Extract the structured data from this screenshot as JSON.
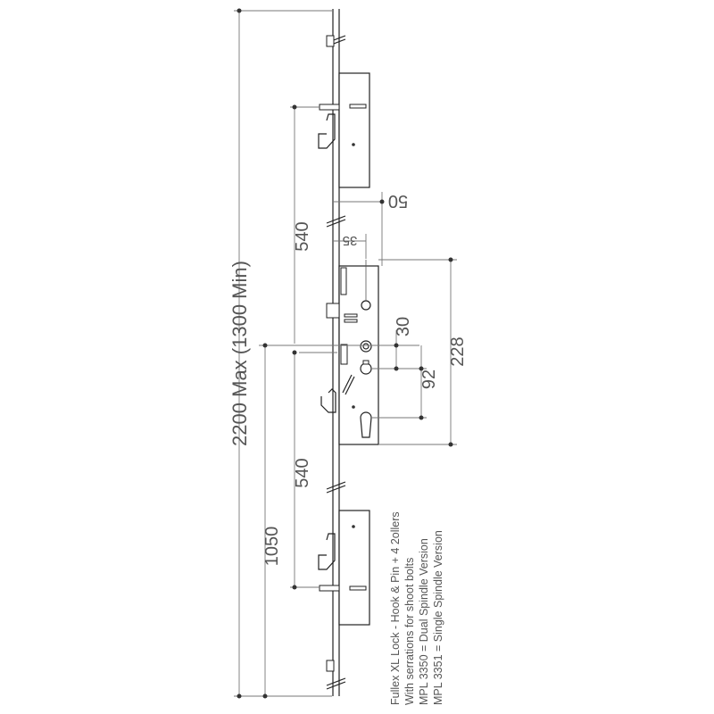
{
  "dimensions": {
    "overall": "2200 Max (1300 Min)",
    "hook_to_centre_top": "540",
    "hook_to_centre_bottom": "540",
    "floor_to_centre": "1050",
    "backset_outer": "50",
    "backset_inner": "35",
    "case_height": "228",
    "handle_to_cylinder": "92",
    "latch_to_handle": "30"
  },
  "notes": [
    "Fullex XL Lock - Hook & Pin + 4 2ollers",
    "With serrations for shoot bolts",
    "MPL 3350 = Dual Spindle Version",
    "MPL 3351 = Single Spindle Version"
  ]
}
